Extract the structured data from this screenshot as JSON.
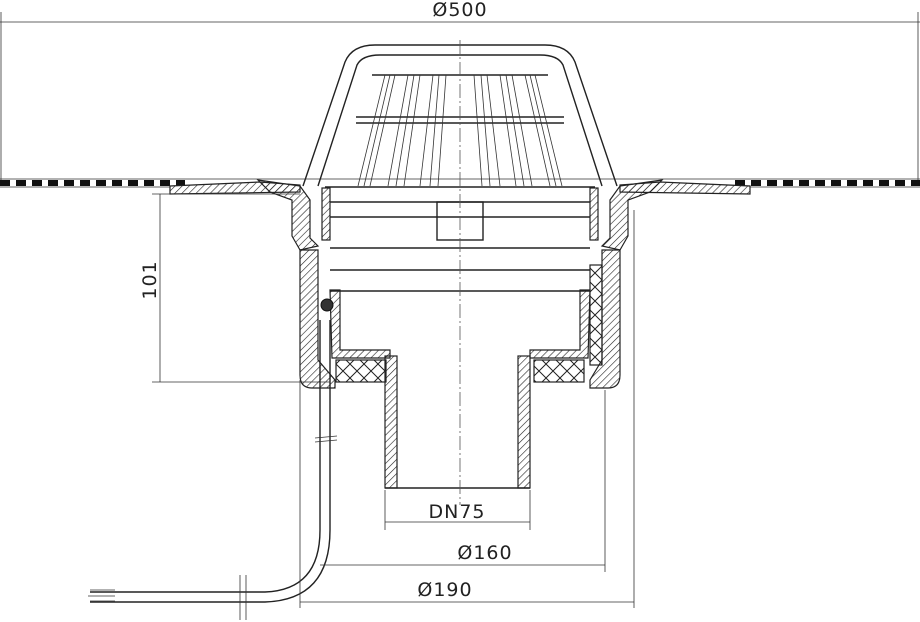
{
  "dimensions": {
    "overall_diameter": "Ø500",
    "height": "101",
    "pipe_size": "DN75",
    "body_diameter": "Ø160",
    "outer_diameter": "Ø190"
  }
}
